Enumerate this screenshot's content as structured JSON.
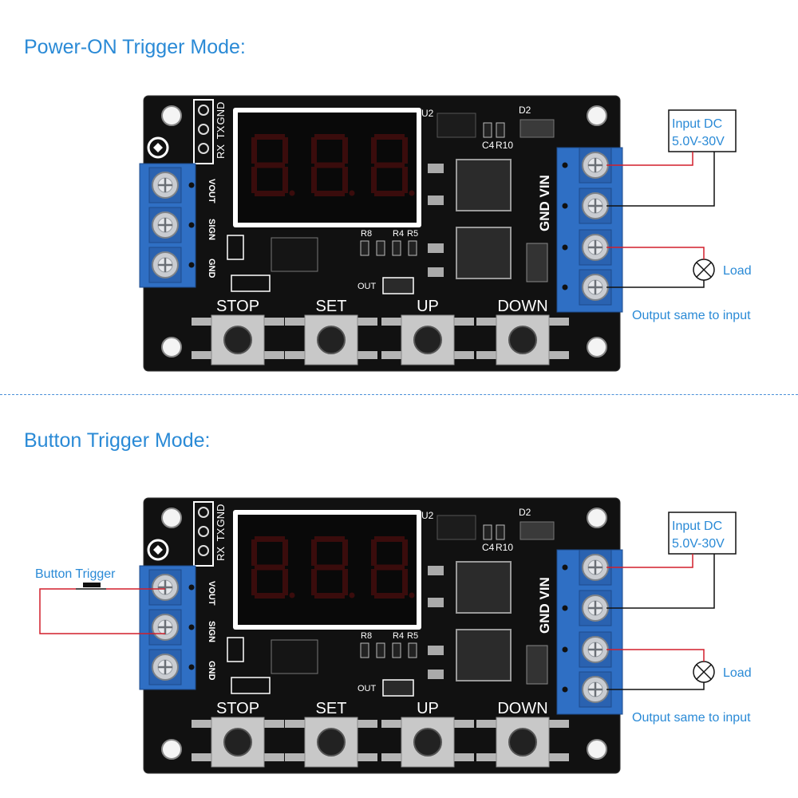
{
  "sections": [
    {
      "title": "Power-ON Trigger Mode:",
      "input_label_line1": "Input DC",
      "input_label_line2": "5.0V-30V",
      "load_label": "Load",
      "output_label": "Output same to input",
      "trigger_label": ""
    },
    {
      "title": "Button Trigger Mode:",
      "input_label_line1": "Input DC",
      "input_label_line2": "5.0V-30V",
      "load_label": "Load",
      "output_label": "Output same to input",
      "trigger_label": "Button Trigger"
    }
  ],
  "board": {
    "buttons": [
      "STOP",
      "SET",
      "UP",
      "DOWN"
    ],
    "left_terminals": [
      "VOUT",
      "SIGN",
      "GND"
    ],
    "right_terminal_label": "GND VIN",
    "header_pins": [
      "RX",
      "TX",
      "GND"
    ],
    "parts": [
      "U2",
      "D2",
      "C4",
      "R10",
      "R8",
      "R4",
      "R5",
      "OUT"
    ]
  },
  "colors": {
    "title": "#2a8ad6",
    "pcb": "#111111",
    "terminal": "#2f6fc4",
    "wire_red": "#d21f2b",
    "wire_black": "#111111"
  }
}
